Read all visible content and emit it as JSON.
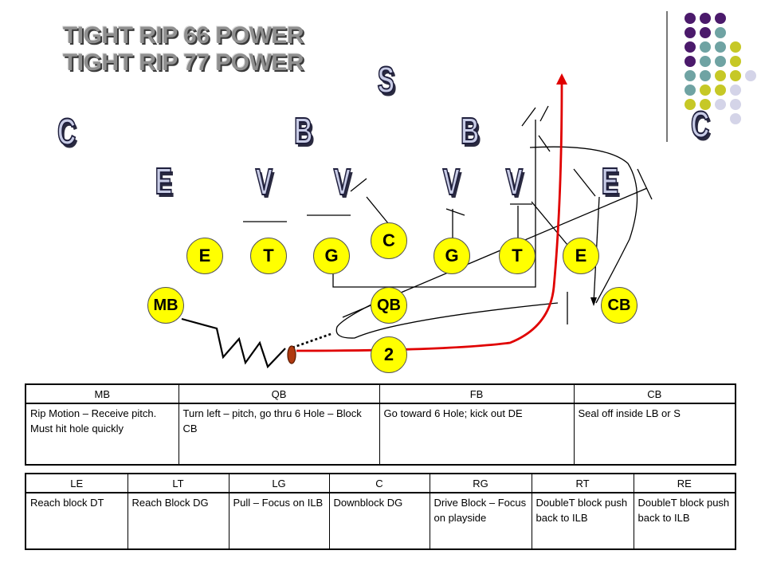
{
  "titles": [
    "TIGHT RIP 66 POWER",
    "TIGHT RIP 77 POWER"
  ],
  "defense": {
    "safety": "S",
    "corner_left": "C",
    "corner_right": "C",
    "backer_left": "B",
    "backer_right": "B",
    "end_left": "E",
    "end_right": "E",
    "v1": "V",
    "v2": "V",
    "v3": "V",
    "v4": "V"
  },
  "offense": {
    "left_end": "E",
    "left_tackle": "T",
    "left_guard": "G",
    "center": "C",
    "right_guard": "G",
    "right_tackle": "T",
    "right_end": "E",
    "motion_back": "MB",
    "quarterback": "QB",
    "cornerback": "CB",
    "tailback": "2"
  },
  "colors": {
    "player_fill": "#ffff00",
    "ball_carrier_path": "#e00000",
    "defense_letter_fill": "#c8cce6",
    "deco_purple": "#4b1a6b",
    "deco_teal": "#6fa3a3",
    "deco_lime": "#c6c826",
    "deco_lavender": "#d4d4e8"
  },
  "table_backs": {
    "headers": [
      "MB",
      "QB",
      "FB",
      "CB"
    ],
    "cells": [
      "Rip Motion – Receive pitch.  Must hit hole quickly",
      "Turn left – pitch, go thru 6 Hole – Block CB",
      "Go toward 6 Hole; kick out DE",
      "Seal off inside LB or S"
    ]
  },
  "table_line": {
    "headers": [
      "LE",
      "LT",
      "LG",
      "C",
      "RG",
      "RT",
      "RE"
    ],
    "cells": [
      "Reach block DT",
      "Reach Block DG",
      "Pull – Focus on ILB",
      "Downblock DG",
      "Drive Block – Focus on playside",
      "DoubleT block push back to ILB",
      "DoubleT block push back to ILB"
    ]
  }
}
